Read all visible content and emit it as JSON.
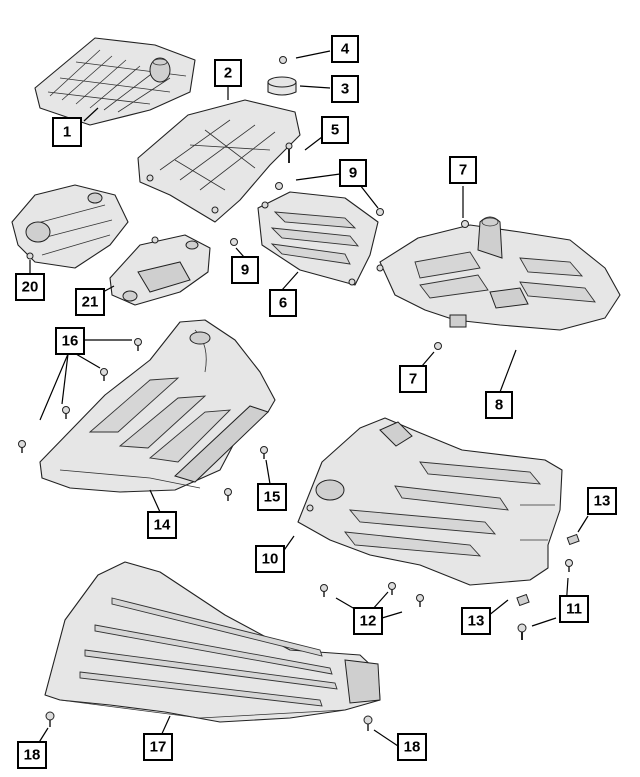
{
  "callouts": {
    "c1": "1",
    "c2": "2",
    "c3": "3",
    "c4": "4",
    "c5": "5",
    "c6": "6",
    "c7a": "7",
    "c7b": "7",
    "c8": "8",
    "c9a": "9",
    "c9b": "9",
    "c10": "10",
    "c11": "11",
    "c12": "12",
    "c13a": "13",
    "c13b": "13",
    "c14": "14",
    "c15": "15",
    "c16": "16",
    "c17": "17",
    "c18a": "18",
    "c18b": "18",
    "c20": "20",
    "c21": "21"
  },
  "colors": {
    "line": "#000000",
    "part_fill": "#e6e6e6",
    "background": "#ffffff"
  }
}
